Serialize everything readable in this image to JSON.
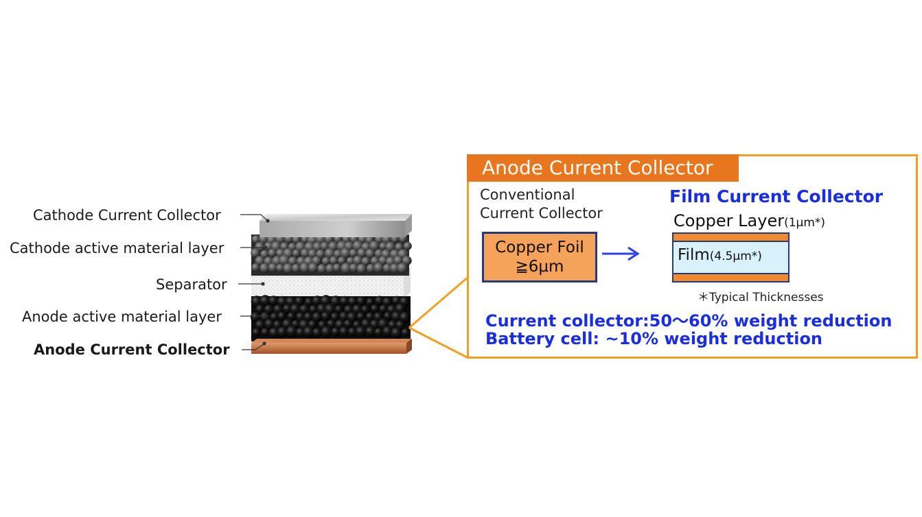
{
  "left_labels": {
    "cathode_collector": "Cathode Current Collector",
    "cathode_active": "Cathode active material layer",
    "separator": "Separator",
    "anode_active": "Anode active material layer",
    "anode_collector": "Anode Current Collector"
  },
  "panel": {
    "title": "Anode Current Collector",
    "conventional_title": "Conventional\nCurrent Collector",
    "copper_foil": "Copper Foil\n≧6μm",
    "film_title": "Film Current Collector",
    "copper_layer": "Copper Layer",
    "copper_layer_thickness": "(1μm*)",
    "film": "Film",
    "film_thickness": "(4.5μm*)",
    "note": "＊Typical Thicknesses",
    "result_1": "Current collector:50～60% weight reduction",
    "result_2": "Battery cell: ~10% weight reduction"
  },
  "colors": {
    "accent_orange": "#e8761e",
    "border_orange": "#f0a020",
    "highlight_blue": "#1a2ee0",
    "copper": "#c8703e"
  }
}
